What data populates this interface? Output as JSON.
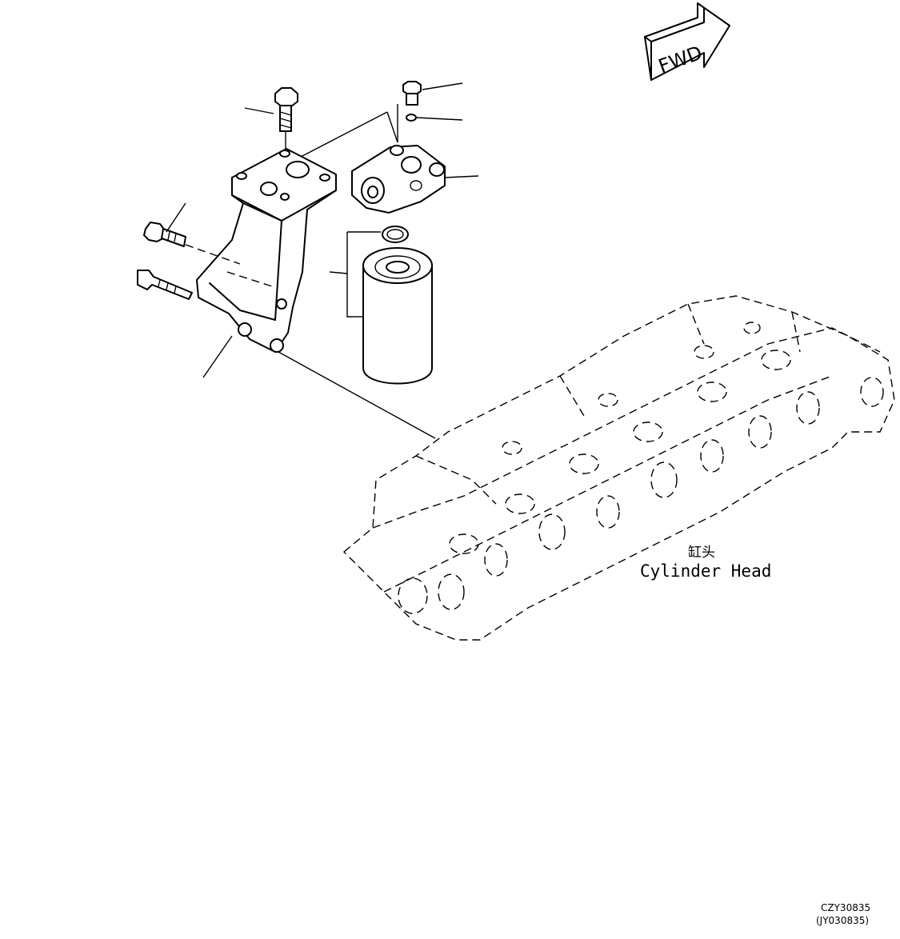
{
  "fwd_arrow": {
    "label": "FWD"
  },
  "cylinder_head": {
    "label_cn": "缸头",
    "label_en": "Cylinder Head"
  },
  "drawing_code": {
    "primary": "CZY30835",
    "secondary": "(JY030835)"
  }
}
